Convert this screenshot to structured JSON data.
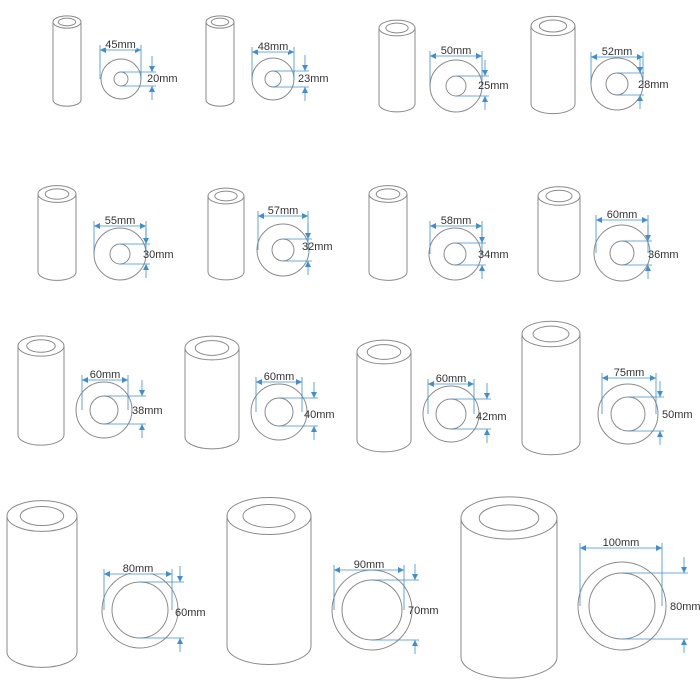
{
  "colors": {
    "outline": "#8a8a8a",
    "dimension": "#3b8fd6",
    "label": "#333333"
  },
  "items": [
    {
      "od": "45mm",
      "id": "20mm"
    },
    {
      "od": "48mm",
      "id": "23mm"
    },
    {
      "od": "50mm",
      "id": "25mm"
    },
    {
      "od": "52mm",
      "id": "28mm"
    },
    {
      "od": "55mm",
      "id": "30mm"
    },
    {
      "od": "57mm",
      "id": "32mm"
    },
    {
      "od": "58mm",
      "id": "34mm"
    },
    {
      "od": "60mm",
      "id": "36mm"
    },
    {
      "od": "60mm",
      "id": "38mm"
    },
    {
      "od": "60mm",
      "id": "40mm"
    },
    {
      "od": "60mm",
      "id": "42mm"
    },
    {
      "od": "75mm",
      "id": "50mm"
    },
    {
      "od": "80mm",
      "id": "60mm"
    },
    {
      "od": "90mm",
      "id": "70mm"
    },
    {
      "od": "100mm",
      "id": "80mm"
    }
  ]
}
